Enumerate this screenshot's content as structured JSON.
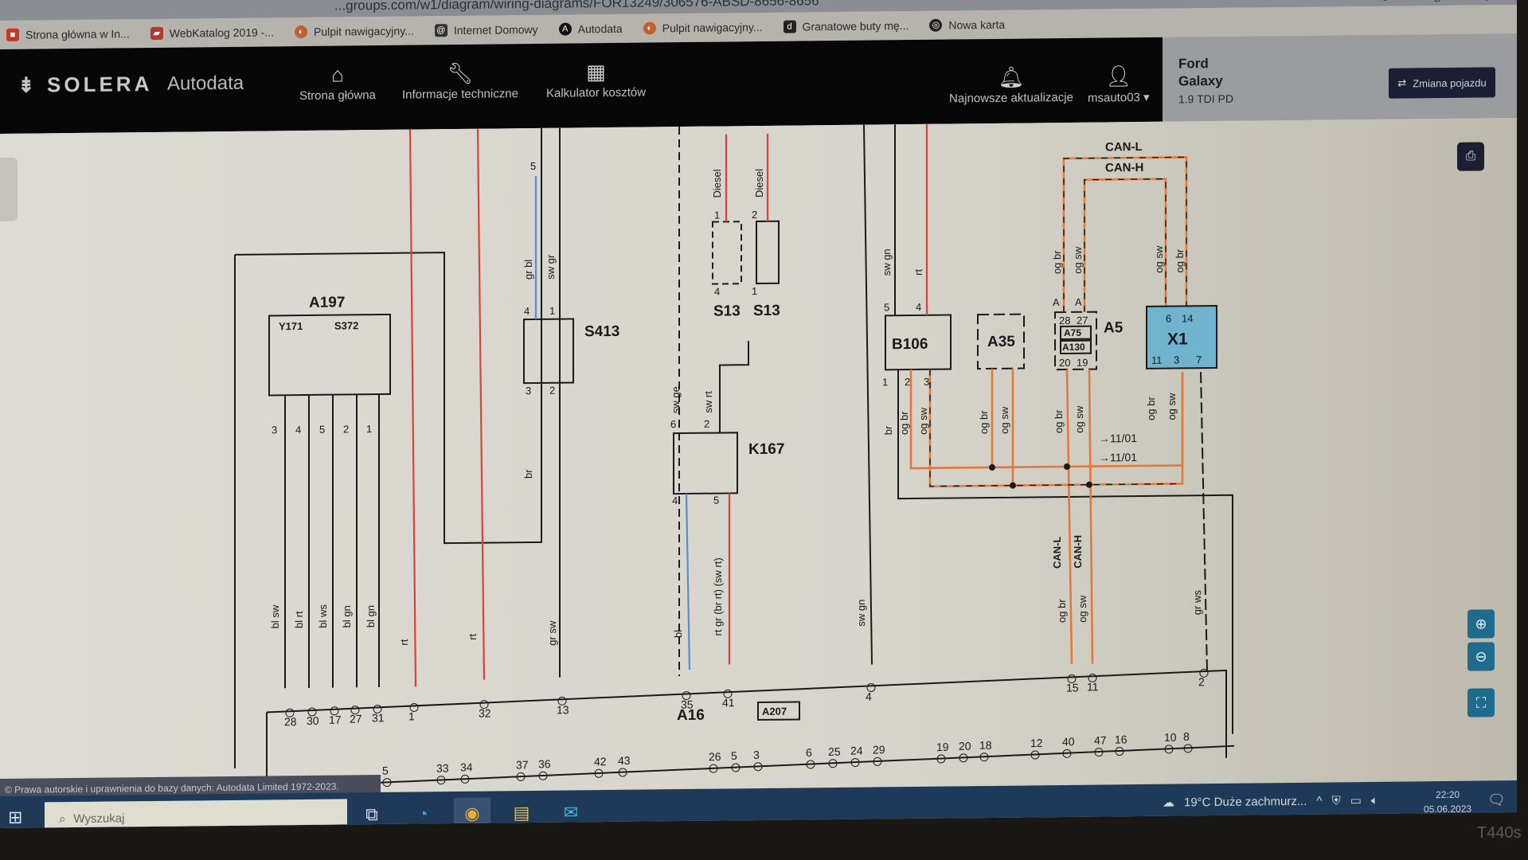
{
  "browser": {
    "url": "...groups.com/w1/diagram/wiring-diagrams/FOR13249/306576-ABSD-8656-8656",
    "bookmarks": [
      {
        "label": "Strona główna w In...",
        "icon": "page-icon",
        "color": "#c0392b"
      },
      {
        "label": "WebKatalog 2019 -...",
        "icon": "car-icon",
        "color": "#b03a2e"
      },
      {
        "label": "Pulpit nawigacyjny...",
        "icon": "dashboard-icon",
        "color": "#c06030"
      },
      {
        "label": "Internet Domowy",
        "icon": "globe-icon",
        "color": "#2a2a2a"
      },
      {
        "label": "Autodata",
        "icon": "autodata-icon",
        "color": "#111111"
      },
      {
        "label": "Pulpit nawigacyjny...",
        "icon": "dashboard-icon",
        "color": "#c06030"
      },
      {
        "label": "Granatowe buty mę...",
        "icon": "shoe-icon",
        "color": "#222222"
      },
      {
        "label": "Nowa karta",
        "icon": "globe-icon",
        "color": "#222222"
      }
    ]
  },
  "app": {
    "logo": "SOLERA",
    "brand": "Autodata",
    "nav": [
      {
        "label": "Strona główna",
        "icon": "home-icon"
      },
      {
        "label": "Informacje techniczne",
        "icon": "wrench-icon"
      },
      {
        "label": "Kalkulator kosztów",
        "icon": "calculator-icon"
      }
    ],
    "updates_label": "Najnowsze aktualizacje",
    "user_label": "msauto03",
    "vehicle": {
      "make": "Ford",
      "model": "Galaxy",
      "engine": "1.9 TDI PD"
    },
    "change_vehicle_label": "Zmiana pojazdu"
  },
  "diagram": {
    "components": {
      "a197": "A197",
      "y171": "Y171",
      "s372": "S372",
      "s413": "S413",
      "s13a": "S13",
      "s13b": "S13",
      "k167": "K167",
      "b106": "B106",
      "a35": "A35",
      "a5": "A5",
      "a75": "A75",
      "a130": "A130",
      "x1": "X1",
      "a16": "A16",
      "a207": "A207"
    },
    "bus_labels": {
      "can_l": "CAN-L",
      "can_h": "CAN-H",
      "ref1": "11/01",
      "ref2": "11/01"
    },
    "wire_labels": {
      "a197": [
        "bl sw",
        "bl rt",
        "bl ws",
        "bl gn",
        "bl gn"
      ],
      "a197_pins": [
        "3",
        "4",
        "5",
        "2",
        "1"
      ],
      "top_feed_rt1": "rt",
      "top_feed_rt2": "rt",
      "s413_in": [
        "gr bl",
        "sw gr"
      ],
      "s413_out": "br",
      "s413_pins": [
        "4",
        "1",
        "3",
        "2"
      ],
      "s413_top": "5",
      "sw_gr": "gr sw",
      "diesel1": "Diesel",
      "diesel2": "Diesel",
      "s13_pins": [
        "1",
        "4",
        "2",
        "1"
      ],
      "k167_in": [
        "sw ge",
        "sw rt"
      ],
      "k167_pins": [
        "6",
        "2",
        "4",
        "5"
      ],
      "k167_out1": "bl",
      "k167_out2": "rt gr (br rt) (sw rt)",
      "sw_gn_top": "sw gn",
      "sw_gn_bottom": "sw gn",
      "b106_in": [
        "sw gn",
        "rt"
      ],
      "b106_pins_top": [
        "5",
        "4"
      ],
      "b106_pins_bottom": [
        "1",
        "2",
        "3"
      ],
      "b106_out": [
        "br",
        "og br",
        "og sw"
      ],
      "a35_out": [
        "og br",
        "og sw"
      ],
      "a5_top": [
        "og br",
        "og sw"
      ],
      "a5_pins_top": [
        "28",
        "27"
      ],
      "a5_pins_bottom": [
        "20",
        "19"
      ],
      "a5_out": [
        "og br",
        "og sw"
      ],
      "x1_top": [
        "og sw",
        "og br"
      ],
      "x1_pins_top": [
        "6",
        "14"
      ],
      "x1_pins_bottom": [
        "11",
        "3",
        "7"
      ],
      "x1_out": [
        "og br",
        "og sw"
      ],
      "bus_vertical": [
        "CAN-L",
        "CAN-H"
      ],
      "bus_bottom": [
        "og br",
        "og sw"
      ],
      "gr_ws": "gr ws",
      "pin_A": "A"
    },
    "ecu_top_pins": [
      "28",
      "30",
      "17",
      "27",
      "31",
      "1",
      "32",
      "13",
      "35",
      "41",
      "4",
      "15",
      "11",
      "2"
    ],
    "ecu_bottom_pins": [
      "5",
      "33",
      "34",
      "37",
      "36",
      "42",
      "43",
      "26",
      "5",
      "3",
      "6",
      "25",
      "24",
      "29",
      "19",
      "20",
      "18",
      "12",
      "40",
      "47",
      "16",
      "10",
      "8"
    ]
  },
  "footer": {
    "copyright": "© Prawa autorskie i uprawnienia do bazy danych: Autodata Limited 1972-2023."
  },
  "taskbar": {
    "search_placeholder": "Wyszukaj",
    "weather": "19°C  Duże zachmurz...",
    "time": "22:20",
    "date": "05.06.2023",
    "apps": [
      "task-view-icon",
      "edge-icon",
      "chrome-icon",
      "file-explorer-icon",
      "mail-icon"
    ]
  },
  "device_label": "T440s",
  "colors": {
    "wire_red": "#d9433b",
    "wire_blue": "#5b8dc9",
    "wire_orange": "#e07a3c",
    "x1_fill": "#6fb3cf",
    "dark_button": "#1c1f33",
    "zoom_button": "#1e6b8e"
  }
}
